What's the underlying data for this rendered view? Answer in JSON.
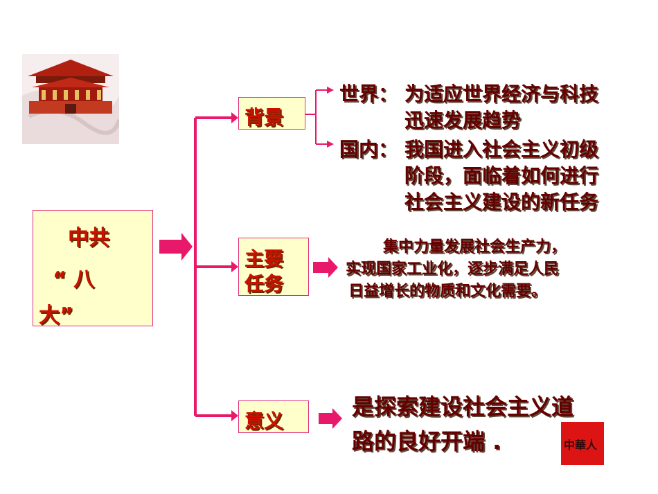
{
  "root": {
    "line1": "中共",
    "line2": "“ 八",
    "line3": "大”"
  },
  "background": {
    "label": "背景",
    "world_label": "世界：",
    "world_text": [
      "为适应世界经济与科技",
      "迅速发展趋势"
    ],
    "domestic_label": "国内：",
    "domestic_text": [
      "我国进入社会主义初级",
      "阶段，面临着如何进行",
      "社会主义建设的新任务"
    ]
  },
  "task": {
    "label_1": "主要",
    "label_2": "任务",
    "text": [
      "集中力量发展社会生产力，",
      "实现国家工业化，逐步满足人民",
      "日益增长的物质和文化需要。"
    ]
  },
  "significance": {
    "label": "意义",
    "text": [
      "是探索建设社会主义道",
      "路的良好开端 ."
    ]
  },
  "stamp_text": "中華人",
  "colors": {
    "line": "#e8186a",
    "box_fill": "#ffffcc",
    "text_red": "#cc1100",
    "text_dark": "#660000"
  }
}
